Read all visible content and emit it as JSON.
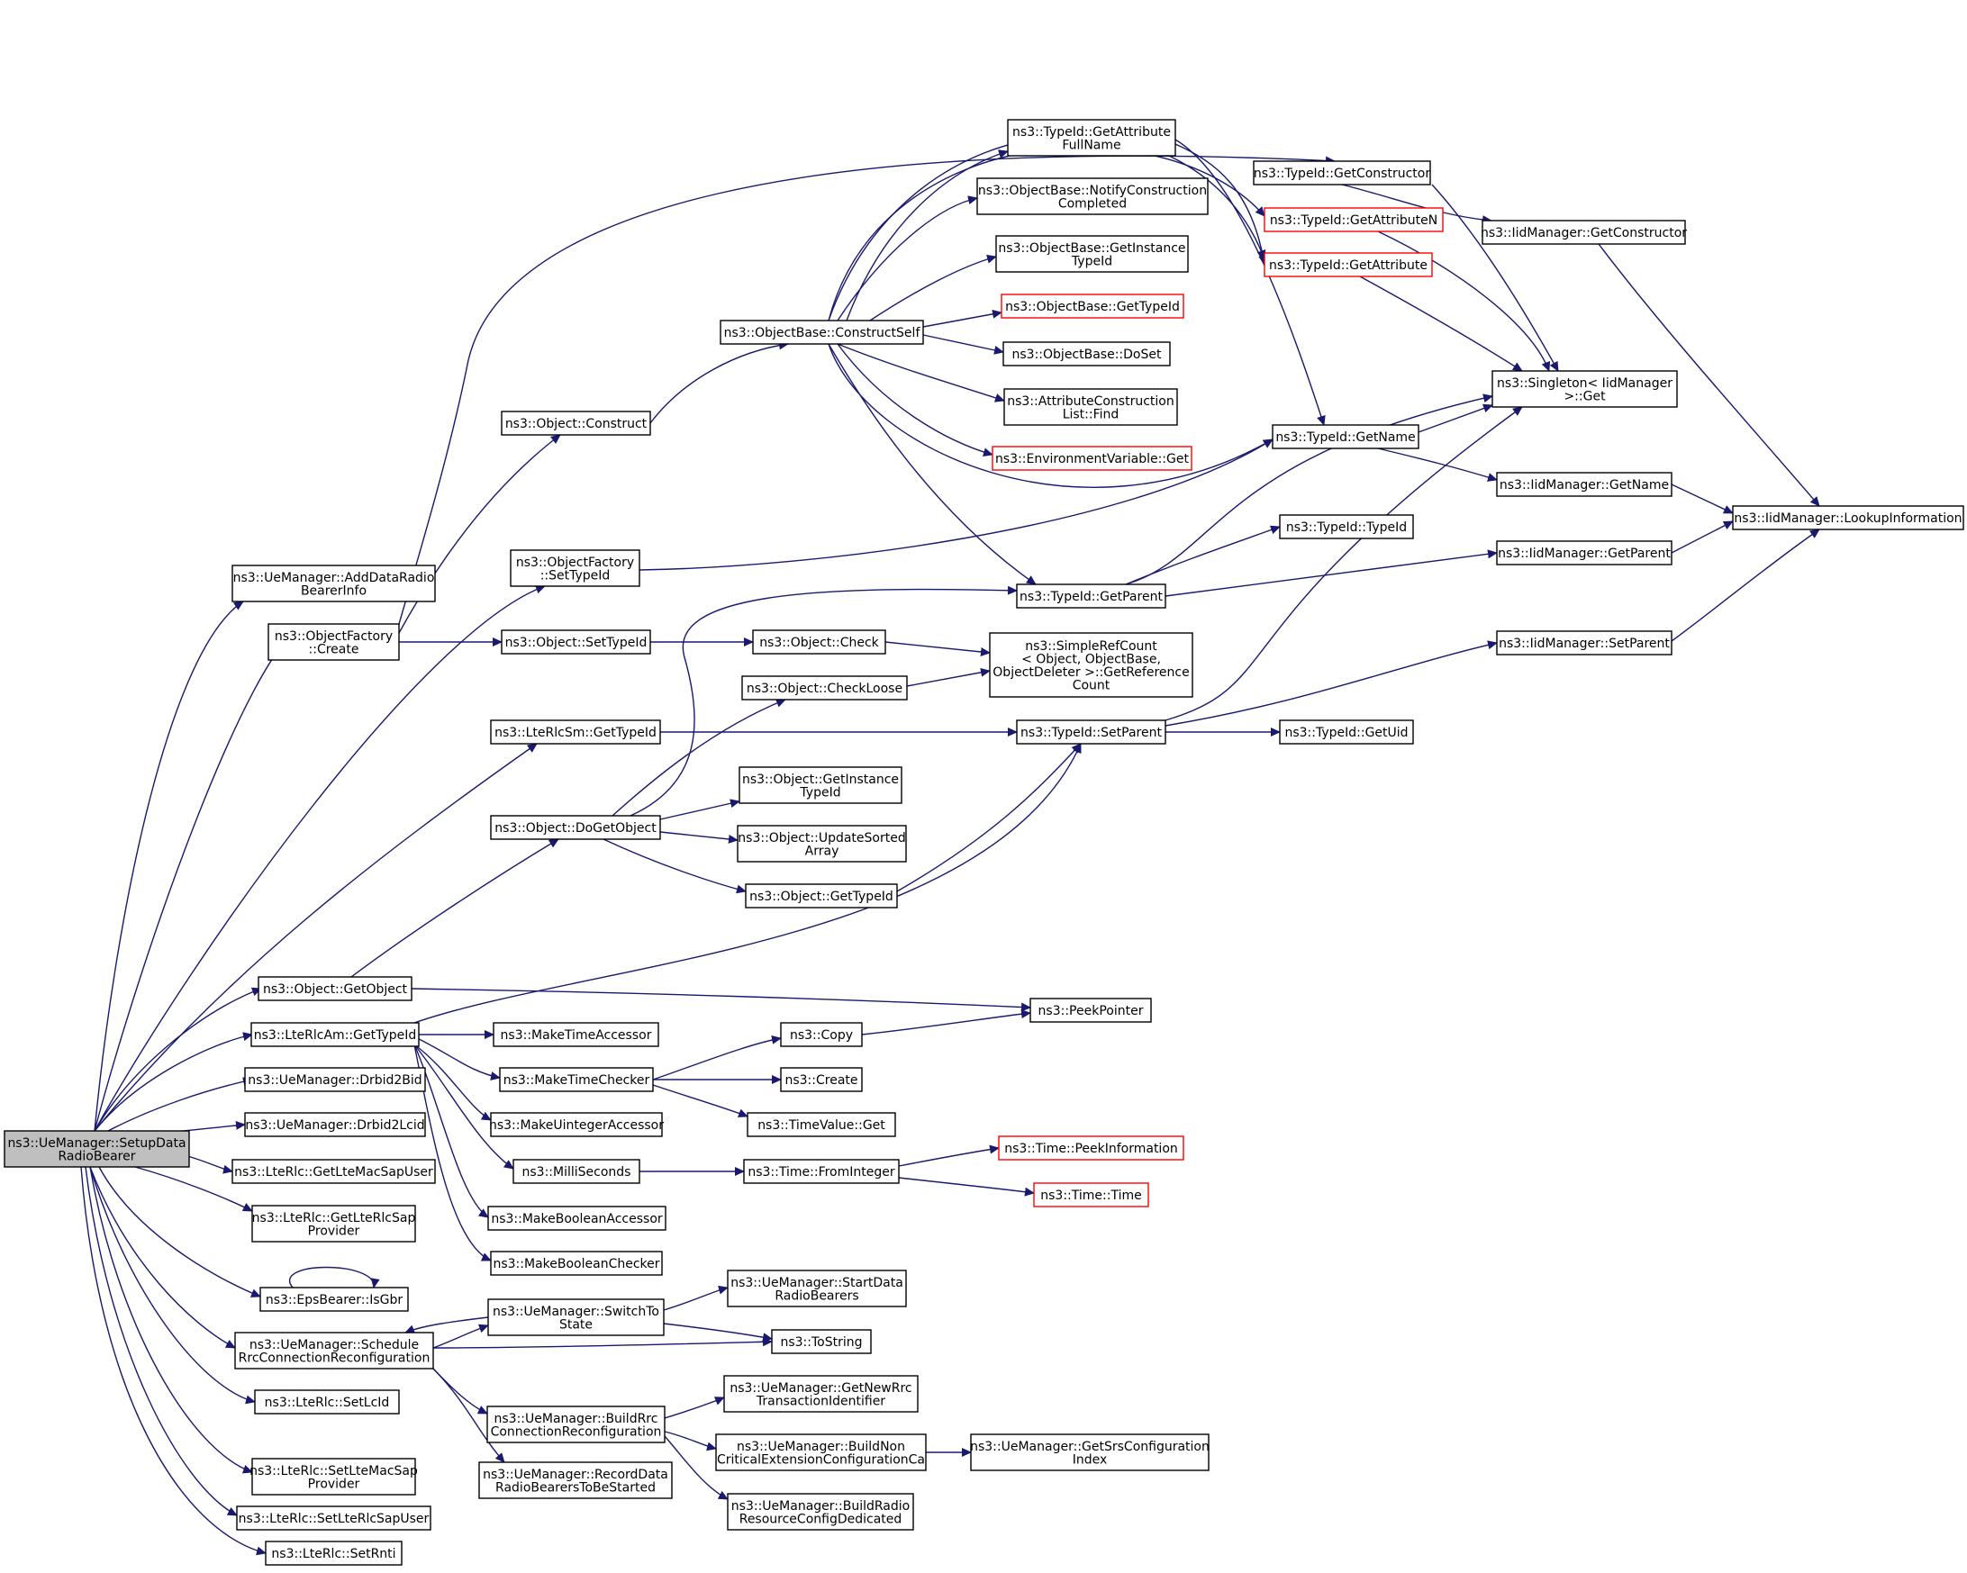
{
  "nodes": {
    "root": [
      "ns3::UeManager::SetupData",
      "RadioBearer"
    ],
    "addDRBI": [
      "ns3::UeManager::AddDataRadio",
      "BearerInfo"
    ],
    "ofCreate": [
      "ns3::ObjectFactory",
      "::Create"
    ],
    "ofSetTypeId": [
      "ns3::ObjectFactory",
      "::SetTypeId"
    ],
    "objConstruct": [
      "ns3::Object::Construct"
    ],
    "constructSelf": [
      "ns3::ObjectBase::ConstructSelf"
    ],
    "getAttrFull": [
      "ns3::TypeId::GetAttribute",
      "FullName"
    ],
    "notifyCC": [
      "ns3::ObjectBase::NotifyConstruction",
      "Completed"
    ],
    "obGetInst": [
      "ns3::ObjectBase::GetInstance",
      "TypeId"
    ],
    "obGetTypeId": [
      "ns3::ObjectBase::GetTypeId"
    ],
    "obDoSet": [
      "ns3::ObjectBase::DoSet"
    ],
    "acFind": [
      "ns3::AttributeConstruction",
      "List::Find"
    ],
    "envGet": [
      "ns3::EnvironmentVariable::Get"
    ],
    "getCtor": [
      "ns3::TypeId::GetConstructor"
    ],
    "getAttrN": [
      "ns3::TypeId::GetAttributeN"
    ],
    "getAttr": [
      "ns3::TypeId::GetAttribute"
    ],
    "iidGetCtor": [
      "ns3::IidManager::GetConstructor"
    ],
    "singleton": [
      "ns3::Singleton< IidManager",
      ">::Get"
    ],
    "tidGetName": [
      "ns3::TypeId::GetName"
    ],
    "iidGetName": [
      "ns3::IidManager::GetName"
    ],
    "lookup": [
      "ns3::IidManager::LookupInformation"
    ],
    "tidTypeId": [
      "ns3::TypeId::TypeId"
    ],
    "iidGetParent": [
      "ns3::IidManager::GetParent"
    ],
    "tidGetParent": [
      "ns3::TypeId::GetParent"
    ],
    "objSetTypeId": [
      "ns3::Object::SetTypeId"
    ],
    "objCheck": [
      "ns3::Object::Check"
    ],
    "simpleRef": [
      "ns3::SimpleRefCount",
      "< Object, ObjectBase,",
      "ObjectDeleter >::GetReference",
      "Count"
    ],
    "objCheckLoose": [
      "ns3::Object::CheckLoose"
    ],
    "iidSetParent": [
      "ns3::IidManager::SetParent"
    ],
    "rlcSmGetTypeId": [
      "ns3::LteRlcSm::GetTypeId"
    ],
    "tidSetParent": [
      "ns3::TypeId::SetParent"
    ],
    "tidGetUid": [
      "ns3::TypeId::GetUid"
    ],
    "objGetInst": [
      "ns3::Object::GetInstance",
      "TypeId"
    ],
    "doGetObject": [
      "ns3::Object::DoGetObject"
    ],
    "updSorted": [
      "ns3::Object::UpdateSorted",
      "Array"
    ],
    "objGetTypeId": [
      "ns3::Object::GetTypeId"
    ],
    "getObject": [
      "ns3::Object::GetObject"
    ],
    "peek": [
      "ns3::PeekPointer"
    ],
    "rlcAmGetTypeId": [
      "ns3::LteRlcAm::GetTypeId"
    ],
    "mkTimeAcc": [
      "ns3::MakeTimeAccessor"
    ],
    "copy": [
      "ns3::Copy"
    ],
    "mkTimeChk": [
      "ns3::MakeTimeChecker"
    ],
    "create": [
      "ns3::Create"
    ],
    "drbid2Bid": [
      "ns3::UeManager::Drbid2Bid"
    ],
    "timeValGet": [
      "ns3::TimeValue::Get"
    ],
    "drbid2Lcid": [
      "ns3::UeManager::Drbid2Lcid"
    ],
    "mkUintAcc": [
      "ns3::MakeUintegerAccessor"
    ],
    "peekInfo": [
      "ns3::Time::PeekInformation"
    ],
    "getMacSapUser": [
      "ns3::LteRlc::GetLteMacSapUser"
    ],
    "milli": [
      "ns3::MilliSeconds"
    ],
    "fromInt": [
      "ns3::Time::FromInteger"
    ],
    "timeTime": [
      "ns3::Time::Time"
    ],
    "getRlcSapProv": [
      "ns3::LteRlc::GetLteRlcSap",
      "Provider"
    ],
    "mkBoolAcc": [
      "ns3::MakeBooleanAccessor"
    ],
    "mkBoolChk": [
      "ns3::MakeBooleanChecker"
    ],
    "isGbr": [
      "ns3::EpsBearer::IsGbr"
    ],
    "startDRB": [
      "ns3::UeManager::StartData",
      "RadioBearers"
    ],
    "switchTo": [
      "ns3::UeManager::SwitchTo",
      "State"
    ],
    "schedRrc": [
      "ns3::UeManager::Schedule",
      "RrcConnectionReconfiguration"
    ],
    "toString": [
      "ns3::ToString"
    ],
    "getNewRrc": [
      "ns3::UeManager::GetNewRrc",
      "TransactionIdentifier"
    ],
    "buildRrc": [
      "ns3::UeManager::BuildRrc",
      "ConnectionReconfiguration"
    ],
    "setLcId": [
      "ns3::LteRlc::SetLcId"
    ],
    "buildNon": [
      "ns3::UeManager::BuildNon",
      "CriticalExtensionConfigurationCa"
    ],
    "getSrs": [
      "ns3::UeManager::GetSrsConfiguration",
      "Index"
    ],
    "setMacSapProv": [
      "ns3::LteRlc::SetLteMacSap",
      "Provider"
    ],
    "recordDRB": [
      "ns3::UeManager::RecordData",
      "RadioBearersToBeStarted"
    ],
    "buildRadio": [
      "ns3::UeManager::BuildRadio",
      "ResourceConfigDedicated"
    ],
    "setRlcSapUser": [
      "ns3::LteRlc::SetLteRlcSapUser"
    ],
    "setRnti": [
      "ns3::LteRlc::SetRnti"
    ]
  },
  "colors": {
    "edge": "#191970",
    "root_fill": "#bfbfbf",
    "truncated_border": "#ff0000"
  }
}
